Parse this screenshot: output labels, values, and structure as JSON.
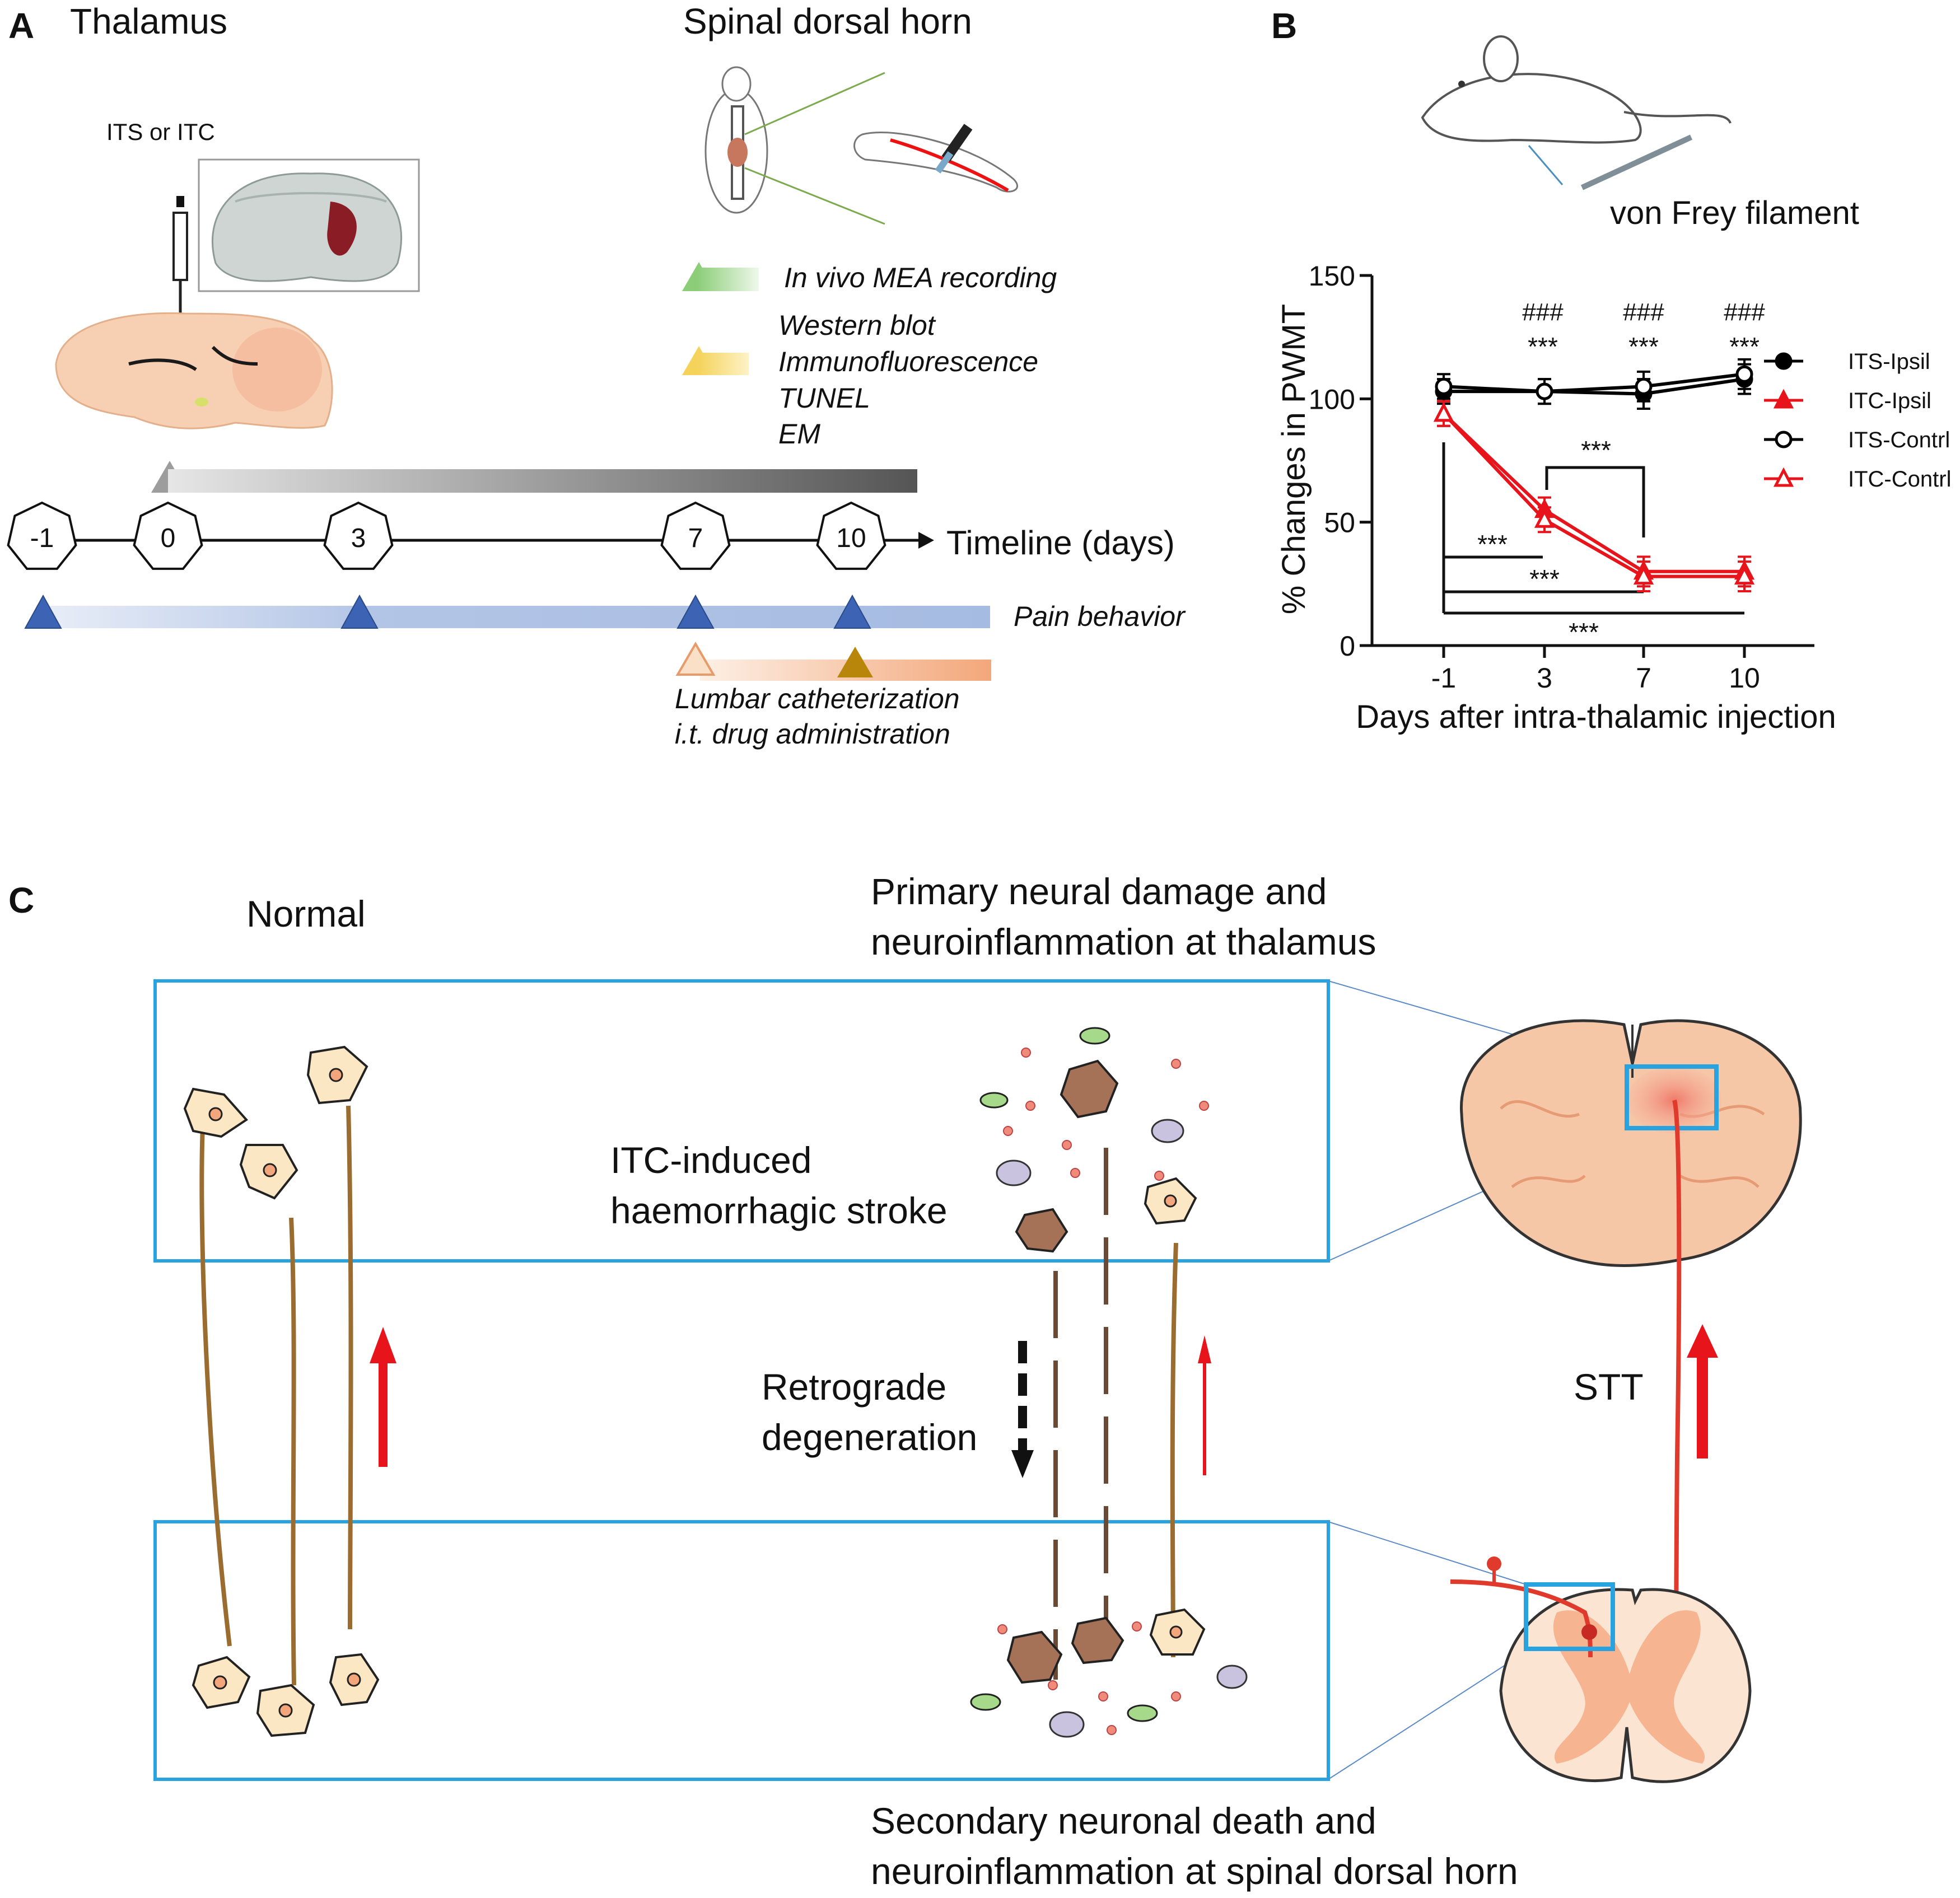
{
  "panel_a": {
    "letter": "A",
    "title_left": "Thalamus",
    "title_right": "Spinal dorsal horn",
    "injection_label": "ITS or ITC",
    "mea_label": "In vivo MEA recording",
    "assays": [
      "Western blot",
      "Immunofluorescence",
      "TUNEL",
      "EM"
    ],
    "timeline_label": "Timeline (days)",
    "timeline_days": [
      "-1",
      "0",
      "3",
      "7",
      "10"
    ],
    "pain_label": "Pain behavior",
    "catheter_label_1": "Lumbar catheterization",
    "catheter_label_2": "i.t. drug administration",
    "colors": {
      "mea": "#3f8a2c",
      "assays": "#c8980c",
      "pain": "#26479a",
      "catheter": "#d2601a",
      "drug": "#8a3a12"
    }
  },
  "panel_b": {
    "letter": "B",
    "filament_label": "von Frey filament",
    "chart_data": {
      "type": "line",
      "xlabel": "Days after intra-thalamic injection",
      "ylabel": "% Changes in PWMT",
      "x": [
        -1,
        3,
        7,
        10
      ],
      "x_ticks": [
        "-1",
        "3",
        "7",
        "10"
      ],
      "y_ticks": [
        "0",
        "50",
        "100",
        "150"
      ],
      "ylim": [
        0,
        150
      ],
      "series": [
        {
          "name": "ITS-Ipsil",
          "color": "#000000",
          "marker": "filled-circle",
          "values": [
            103,
            103,
            102,
            108
          ]
        },
        {
          "name": "ITC-Ipsil",
          "color": "#e8141b",
          "marker": "filled-triangle",
          "values": [
            94,
            55,
            30,
            30
          ]
        },
        {
          "name": "ITS-Contrl",
          "color": "#000000",
          "marker": "open-circle",
          "values": [
            105,
            103,
            105,
            110
          ]
        },
        {
          "name": "ITC-Contrl",
          "color": "#e8141b",
          "marker": "open-triangle",
          "values": [
            94,
            51,
            28,
            28
          ]
        }
      ],
      "errors": [
        5,
        5,
        6,
        6
      ],
      "annotations_hash": [
        "###",
        "###",
        "###"
      ],
      "annotations_star": [
        "***",
        "***",
        "***"
      ],
      "comparison_labels": [
        "***",
        "***",
        "***",
        "***"
      ],
      "legend_position": "right"
    }
  },
  "panel_c": {
    "letter": "C",
    "normal_label": "Normal",
    "top_label_1": "Primary neural damage and",
    "top_label_2": "neuroinflammation at thalamus",
    "stroke_label_1": "ITC-induced",
    "stroke_label_2": "haemorrhagic stroke",
    "retro_label_1": "Retrograde",
    "retro_label_2": "degeneration",
    "stt_label": "STT",
    "bottom_label_1": "Secondary neuronal death and",
    "bottom_label_2": "neuroinflammation at spinal dorsal horn"
  }
}
